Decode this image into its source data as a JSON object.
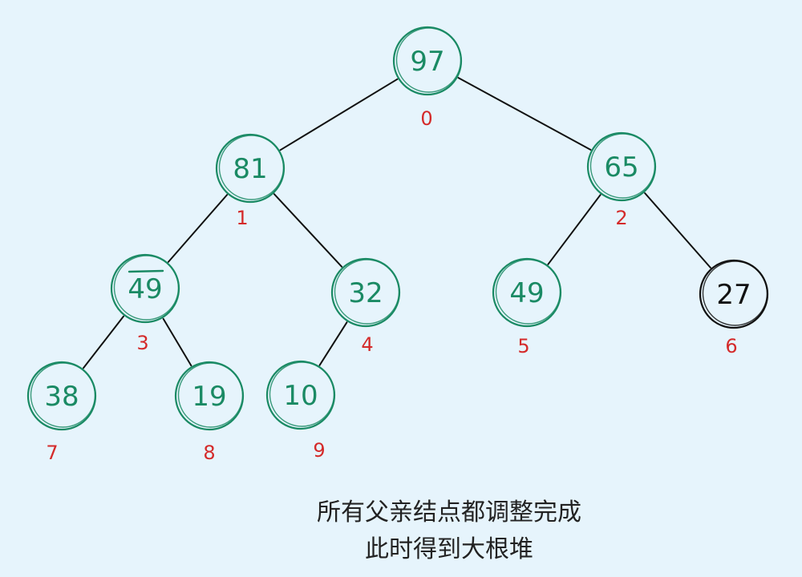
{
  "colors": {
    "background": "#e6f4fc",
    "node": "#1a8a64",
    "index": "#d42a2a",
    "edge": "#111111",
    "unsettled_node": "#111111"
  },
  "nodes": [
    {
      "index": "0",
      "value": "97",
      "status": "adjusted"
    },
    {
      "index": "1",
      "value": "81",
      "status": "adjusted"
    },
    {
      "index": "2",
      "value": "65",
      "status": "adjusted"
    },
    {
      "index": "3",
      "value": "49",
      "status": "adjusted",
      "overline": true
    },
    {
      "index": "4",
      "value": "32",
      "status": "adjusted"
    },
    {
      "index": "5",
      "value": "49",
      "status": "adjusted"
    },
    {
      "index": "6",
      "value": "27",
      "status": "leaf"
    },
    {
      "index": "7",
      "value": "38",
      "status": "adjusted"
    },
    {
      "index": "8",
      "value": "19",
      "status": "adjusted"
    },
    {
      "index": "9",
      "value": "10",
      "status": "adjusted"
    }
  ],
  "edges": [
    [
      "0",
      "1"
    ],
    [
      "0",
      "2"
    ],
    [
      "1",
      "3"
    ],
    [
      "1",
      "4"
    ],
    [
      "2",
      "5"
    ],
    [
      "2",
      "6"
    ],
    [
      "3",
      "7"
    ],
    [
      "3",
      "8"
    ],
    [
      "4",
      "9"
    ]
  ],
  "caption": {
    "line1": "所有父亲结点都调整完成",
    "line2": "此时得到大根堆"
  }
}
